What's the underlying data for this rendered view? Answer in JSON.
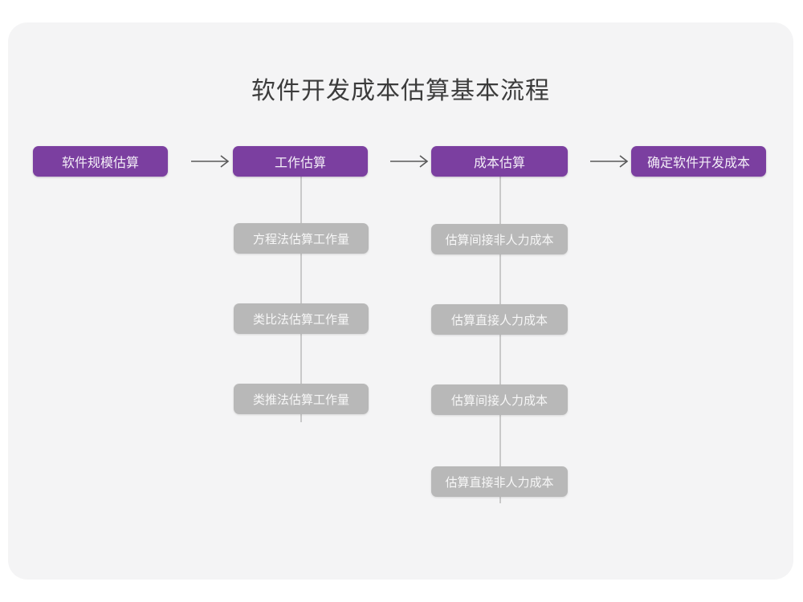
{
  "title": "软件开发成本估算基本流程",
  "colors": {
    "canvas_bg": "#f4f4f5",
    "page_bg": "#ffffff",
    "primary_node": "#7b3fa0",
    "secondary_node": "#b8b8b8",
    "connector": "#c9c9c9",
    "arrow": "#595959",
    "title_text": "#3c3c3c"
  },
  "flow": {
    "stages": [
      {
        "label": "软件规模估算",
        "substeps": []
      },
      {
        "label": "工作估算",
        "substeps": [
          "方程法估算工作量",
          "类比法估算工作量",
          "类推法估算工作量"
        ]
      },
      {
        "label": "成本估算",
        "substeps": [
          "估算间接非人力成本",
          "估算直接人力成本",
          "估算间接人力成本",
          "估算直接非人力成本"
        ]
      },
      {
        "label": "确定软件开发成本",
        "substeps": []
      }
    ],
    "arrow_glyph": "arrow-right"
  }
}
